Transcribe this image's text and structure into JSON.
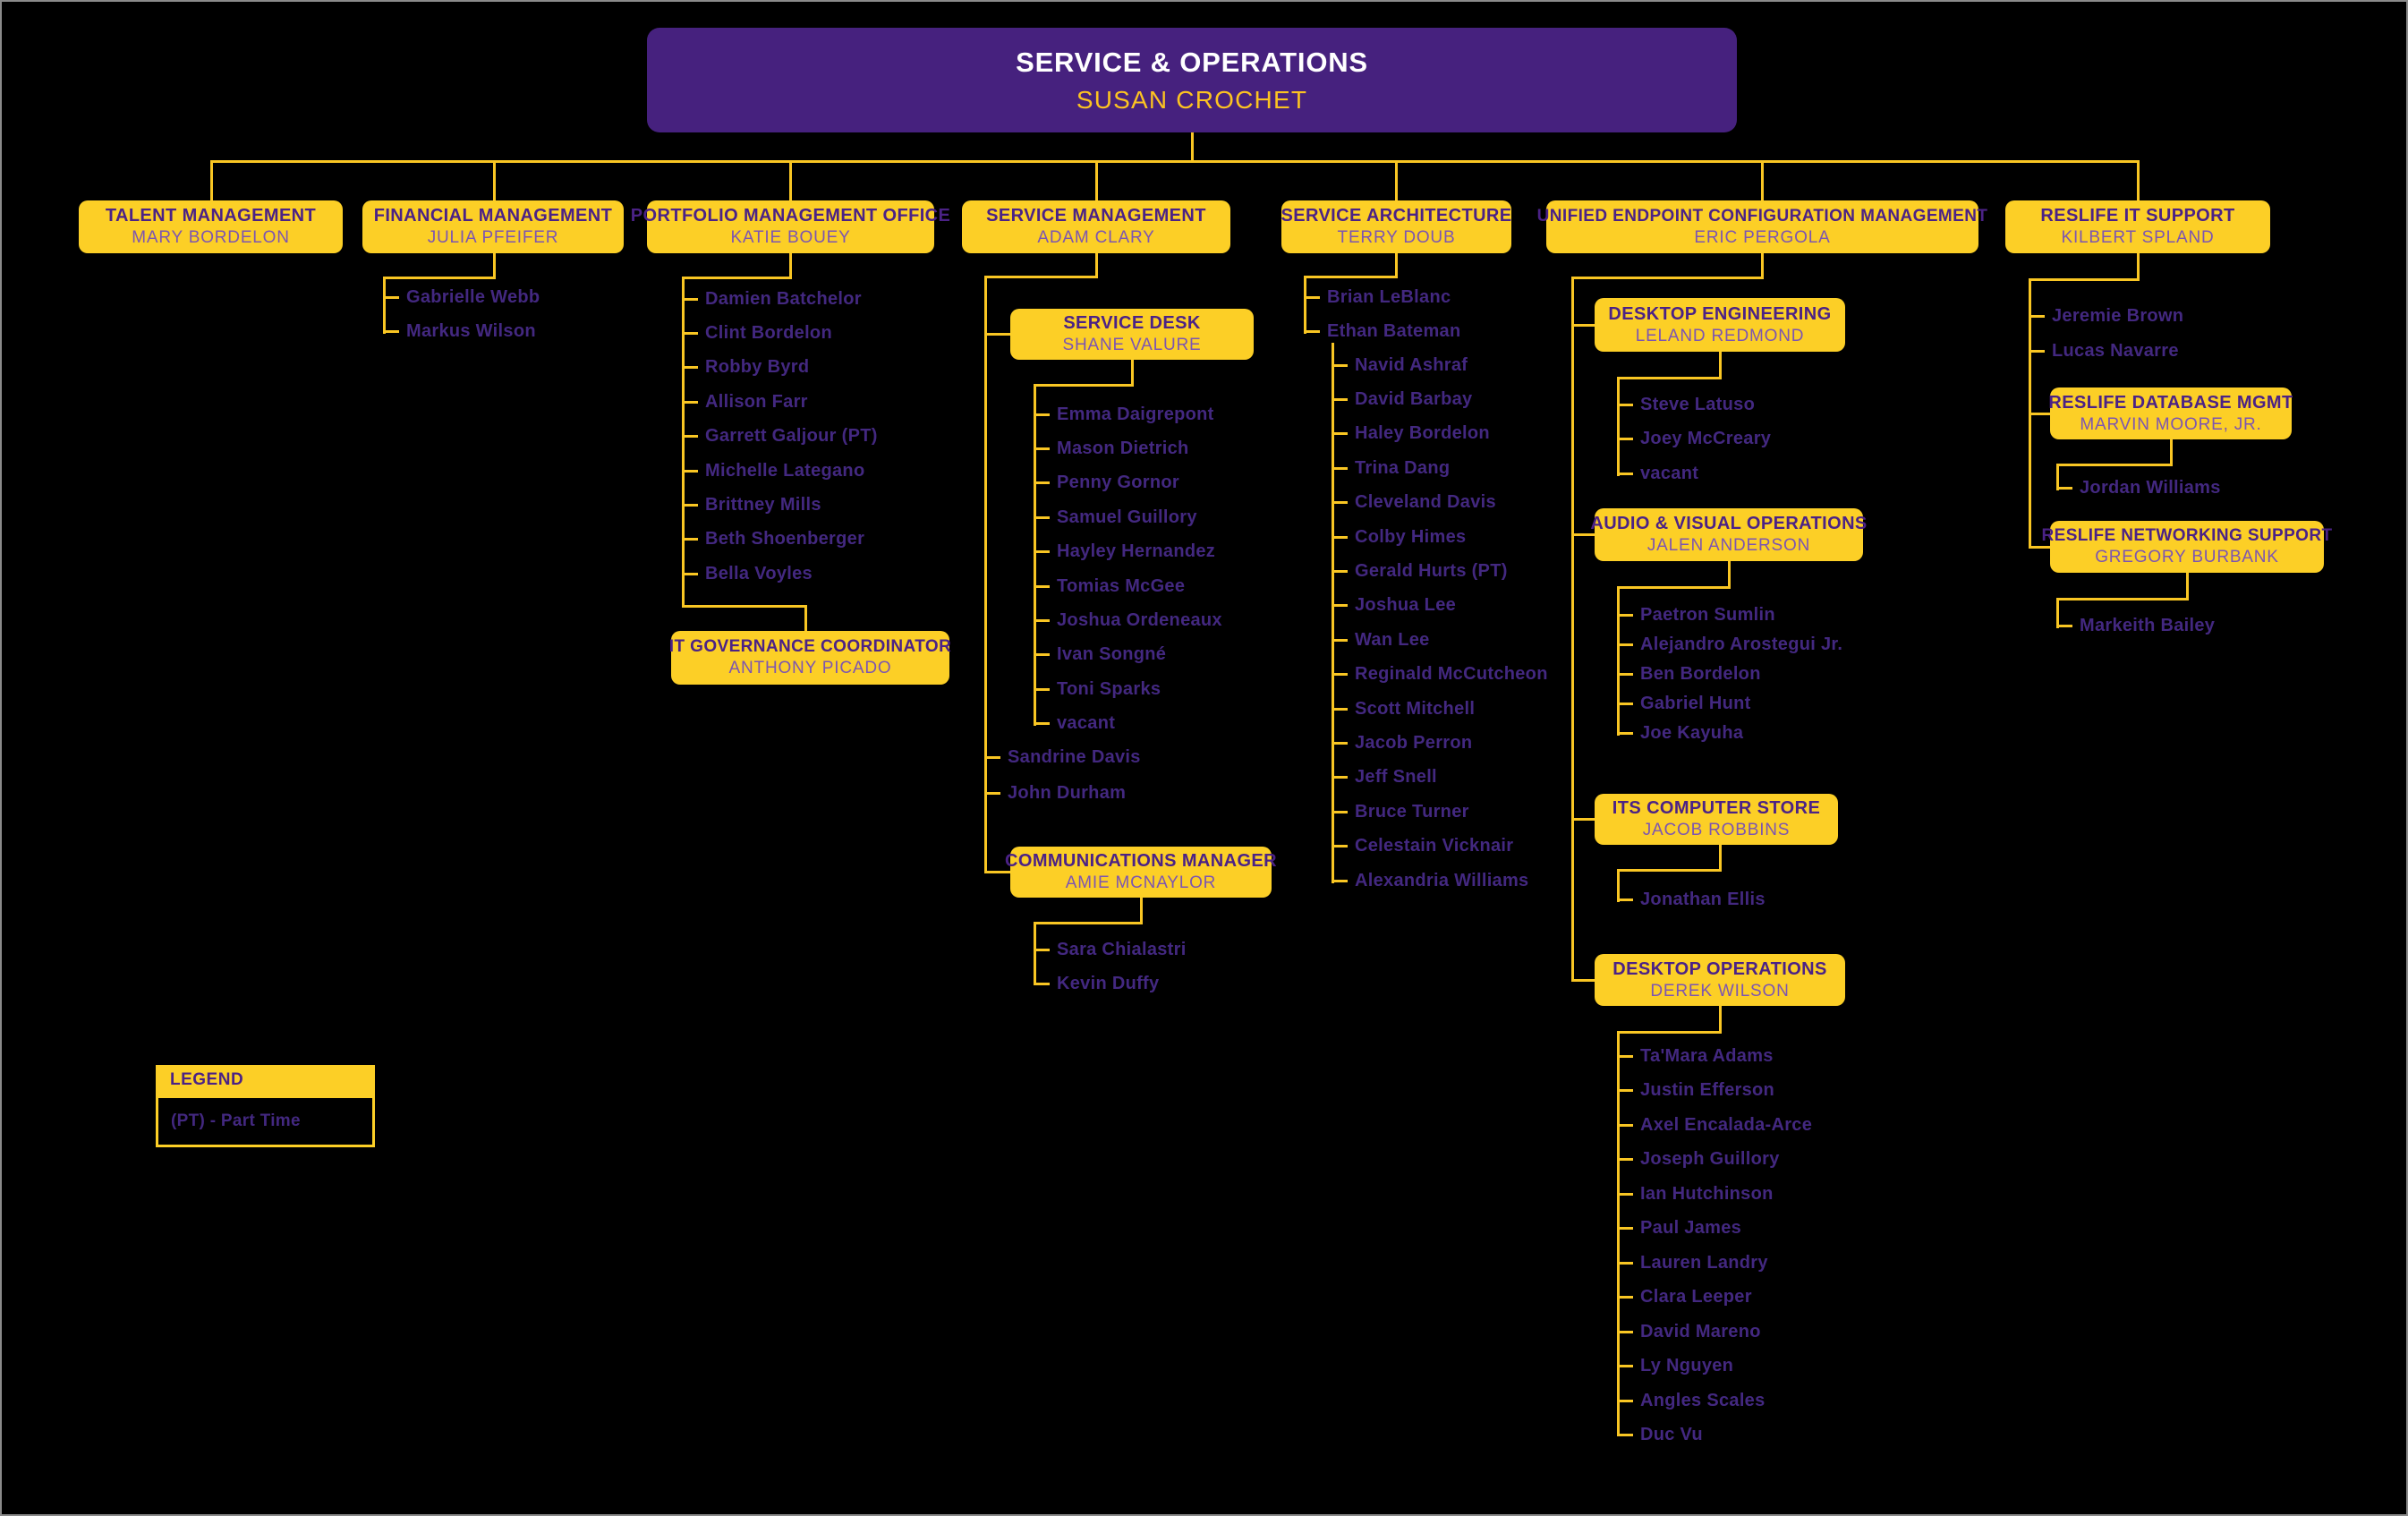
{
  "root": {
    "title": "SERVICE & OPERATIONS",
    "lead": "SUSAN CROCHET"
  },
  "legend": {
    "title": "LEGEND",
    "entries": [
      "(PT) - Part Time"
    ]
  },
  "departments": {
    "talent": {
      "title": "TALENT MANAGEMENT",
      "lead": "MARY BORDELON"
    },
    "financial": {
      "title": "FINANCIAL MANAGEMENT",
      "lead": "JULIA PFEIFER",
      "staff": [
        "Gabrielle Webb",
        "Markus Wilson"
      ]
    },
    "portfolio": {
      "title": "PORTFOLIO MANAGEMENT OFFICE",
      "lead": "KATIE BOUEY",
      "staff": [
        "Damien Batchelor",
        "Clint Bordelon",
        "Robby Byrd",
        "Allison Farr",
        "Garrett Galjour (PT)",
        "Michelle Lategano",
        "Brittney Mills",
        "Beth Shoenberger",
        "Bella Voyles"
      ],
      "it_governance": {
        "title": "IT GOVERNANCE COORDINATOR",
        "lead": "ANTHONY PICADO"
      }
    },
    "service_management": {
      "title": "SERVICE MANAGEMENT",
      "lead": "ADAM CLARY",
      "service_desk": {
        "title": "SERVICE DESK",
        "lead": "SHANE VALURE",
        "staff": [
          "Emma Daigrepont",
          "Mason Dietrich",
          "Penny Gornor",
          "Samuel Guillory",
          "Hayley Hernandez",
          "Tomias McGee",
          "Joshua Ordeneaux",
          "Ivan Songné",
          "Toni Sparks",
          "vacant"
        ]
      },
      "staff": [
        "Sandrine Davis",
        "John Durham"
      ],
      "communications": {
        "title": "COMMUNICATIONS MANAGER",
        "lead": "AMIE MCNAYLOR",
        "staff": [
          "Sara Chialastri",
          "Kevin Duffy"
        ]
      }
    },
    "service_architecture": {
      "title": "SERVICE ARCHITECTURE",
      "lead": "TERRY DOUB",
      "staff": [
        "Brian LeBlanc",
        "Ethan Bateman"
      ],
      "bateman_team": [
        "Navid Ashraf",
        "David Barbay",
        "Haley Bordelon",
        "Trina Dang",
        "Cleveland Davis",
        "Colby Himes",
        "Gerald Hurts (PT)",
        "Joshua Lee",
        "Wan Lee",
        "Reginald McCutcheon",
        "Scott Mitchell",
        "Jacob Perron",
        "Jeff Snell",
        "Bruce Turner",
        "Celestain Vicknair",
        "Alexandria Williams"
      ]
    },
    "uecm": {
      "title": "UNIFIED ENDPOINT CONFIGURATION MANAGEMENT",
      "lead": "ERIC PERGOLA",
      "desktop_engineering": {
        "title": "DESKTOP ENGINEERING",
        "lead": "LELAND REDMOND",
        "staff": [
          "Steve Latuso",
          "Joey McCreary",
          "vacant"
        ]
      },
      "av_operations": {
        "title": "AUDIO & VISUAL OPERATIONS",
        "lead": "JALEN ANDERSON",
        "staff": [
          "Paetron Sumlin",
          "Alejandro Arostegui Jr.",
          "Ben Bordelon",
          "Gabriel Hunt",
          "Joe Kayuha"
        ]
      },
      "computer_store": {
        "title": "ITS COMPUTER STORE",
        "lead": "JACOB ROBBINS",
        "staff": [
          "Jonathan Ellis"
        ]
      },
      "desktop_operations": {
        "title": "DESKTOP OPERATIONS",
        "lead": "DEREK WILSON",
        "staff": [
          "Ta'Mara Adams",
          "Justin Efferson",
          "Axel Encalada-Arce",
          "Joseph Guillory",
          "Ian Hutchinson",
          "Paul James",
          "Lauren Landry",
          "Clara Leeper",
          "David Mareno",
          "Ly Nguyen",
          "Angles Scales",
          "Duc Vu"
        ]
      }
    },
    "reslife": {
      "title": "RESLIFE IT SUPPORT",
      "lead": "KILBERT SPLAND",
      "staff": [
        "Jeremie Brown",
        "Lucas Navarre"
      ],
      "database_mgmt": {
        "title": "RESLIFE DATABASE MGMT",
        "lead": "MARVIN MOORE, JR.",
        "staff": [
          "Jordan Williams"
        ]
      },
      "networking_support": {
        "title": "RESLIFE NETWORKING SUPPORT",
        "lead": "GREGORY BURBANK",
        "staff": [
          "Markeith Bailey"
        ]
      }
    }
  },
  "colors": {
    "purple": "#46217E",
    "gold": "#FCCF26",
    "title_purple": "#4B2286",
    "lead_purple": "#7C55B2",
    "name_purple": "#432880",
    "line_gold": "#F9C623"
  }
}
